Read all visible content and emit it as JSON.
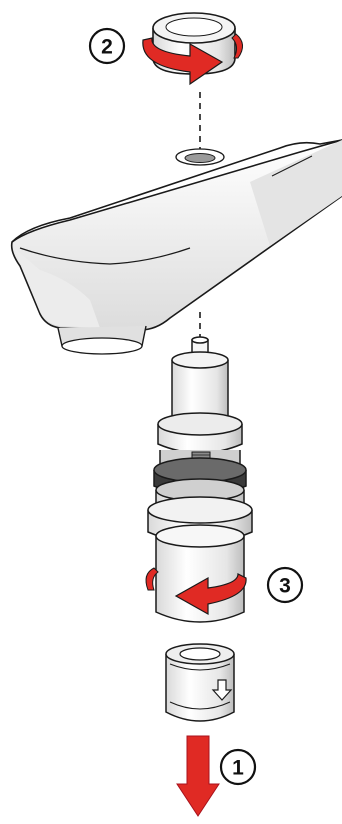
{
  "steps": [
    {
      "label": "2",
      "action": "rotate-cap"
    },
    {
      "label": "3",
      "action": "rotate-cartridge"
    },
    {
      "label": "1",
      "action": "pull-down"
    }
  ],
  "colors": {
    "arrow": "#e02a24",
    "arrow_dark": "#a8121c",
    "outline": "#1a1a1a",
    "shade": "#cfcfcf",
    "background": "#ffffff"
  },
  "icons": {
    "cap": "cap-icon",
    "spout": "spout-icon",
    "cartridge": "cartridge-icon",
    "insert": "insert-icon"
  }
}
